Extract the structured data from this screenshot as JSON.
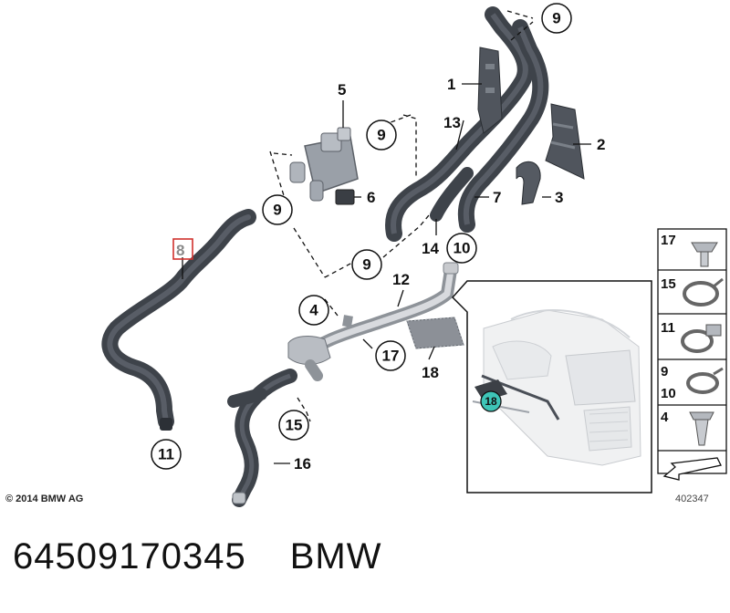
{
  "diagram": {
    "callouts": {
      "c1": "1",
      "c2": "2",
      "c3": "3",
      "c4": "4",
      "c5": "5",
      "c6": "6",
      "c7": "7",
      "c8": "8",
      "c9a": "9",
      "c9b": "9",
      "c9c": "9",
      "c9d": "9",
      "c10": "10",
      "c11": "11",
      "c12": "12",
      "c13": "13",
      "c14": "14",
      "c15": "15",
      "c16": "16",
      "c17": "17",
      "c18": "18",
      "c18_inset": "18"
    },
    "legend": [
      {
        "label": "17",
        "icon": "push-nut-icon"
      },
      {
        "label": "15",
        "icon": "spring-clamp-icon"
      },
      {
        "label": "11",
        "icon": "hose-clamp-icon"
      },
      {
        "label": "9",
        "label2": "10",
        "icon": "band-clamp-icon"
      },
      {
        "label": "4",
        "icon": "expansion-rivet-icon"
      },
      {
        "label": "",
        "icon": "direction-arrow-icon"
      }
    ],
    "copyright": "© 2014 BMW AG",
    "doc_number": "402347",
    "colors": {
      "hose": "#4a4f57",
      "hose_light": "#6c727b",
      "pipe": "#c8cace",
      "highlight_box": "#d0312d",
      "inset_marker": "#3ec5b7"
    }
  },
  "footer": {
    "part_number": "64509170345",
    "brand": "BMW"
  }
}
